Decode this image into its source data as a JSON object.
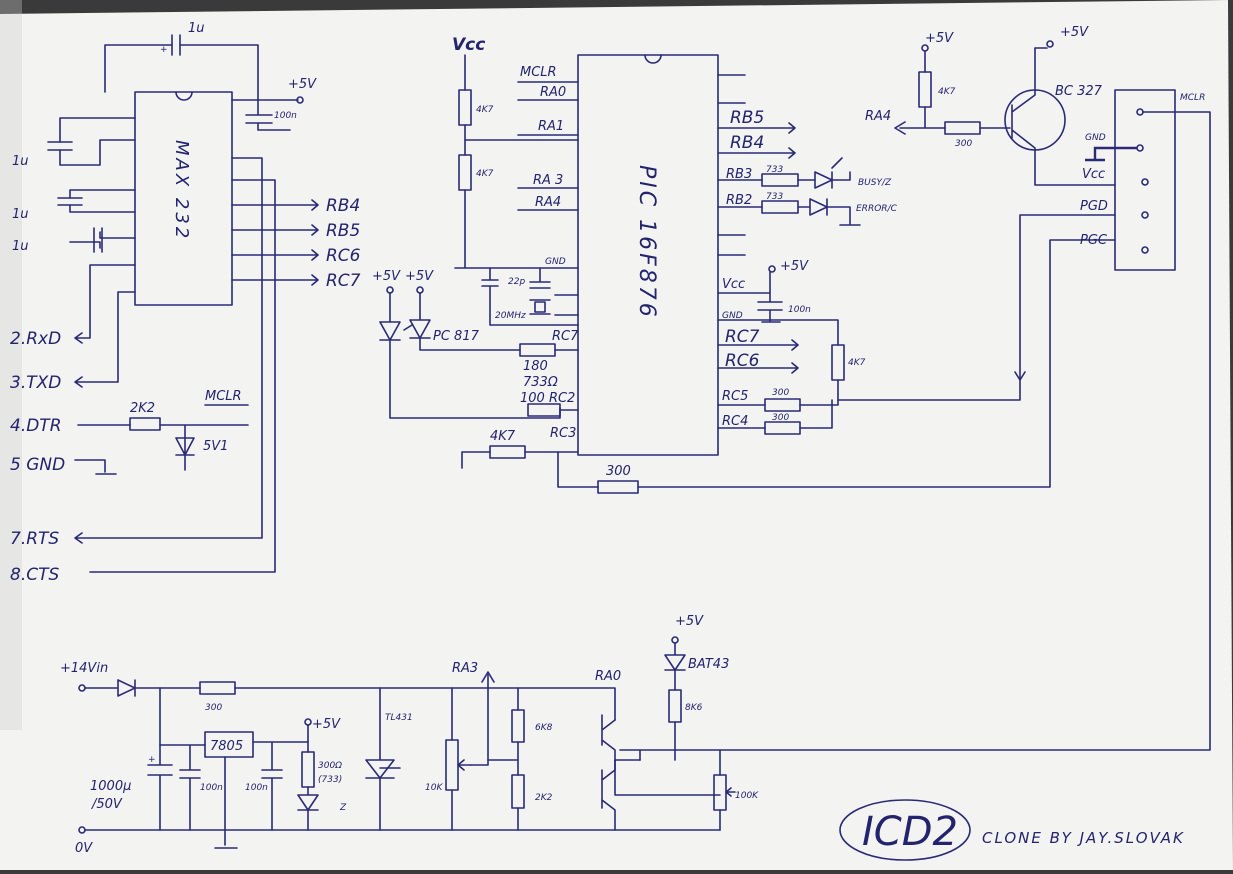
{
  "title": "ICD2",
  "credit": "CLONE BY JAY.SLOVAK",
  "chips": {
    "max232": "MAX 232",
    "pic": "PIC 16F876"
  },
  "serial": [
    "2.RxD",
    "3.TXD",
    "4.DTR",
    "5 GND",
    "7.RTS",
    "8.CTS"
  ],
  "max_outputs": [
    "RB4",
    "RB5",
    "RC6",
    "RC7"
  ],
  "max_parts": {
    "cap_top": "1u",
    "cap_left1": "1u",
    "cap_left2": "1u",
    "cap_left3": "1u",
    "vcc": "+5V",
    "cap_vcc": "100n",
    "r_dtr": "2K2",
    "zener": "5V1",
    "mclr_dtr": "MCLR"
  },
  "pic_left": {
    "vcc": "Vcc",
    "r1": "4K7",
    "r2": "4K7",
    "mclr": "MCLR",
    "ra0": "RA0",
    "ra1": "RA1",
    "ra3": "RA 3",
    "ra4": "RA4",
    "gnd": "GND",
    "cap": "22p",
    "xtal": "20MHz",
    "rc7": "RC7",
    "rc7_r": "180",
    "r733": "733Ω",
    "rc2": "100 RC2",
    "rc3_r": "4K7",
    "rc3": "RC3",
    "r300_bottom": "300"
  },
  "opto": {
    "v1": "+5V",
    "v2": "+5V",
    "name": "PC 817"
  },
  "pic_right": {
    "rb5": "RB5",
    "rb4": "RB4",
    "rb3": "RB3",
    "rb2": "RB2",
    "r_rb3": "733",
    "r_rb2": "733",
    "busy": "BUSY/Z",
    "error": "ERROR/C",
    "vcc": "Vcc",
    "v5": "+5V",
    "gnd": "GND",
    "cap": "100n",
    "rc7": "RC7",
    "rc6": "RC6",
    "rc5": "RC5",
    "rc4": "RC4",
    "r_rc5": "300",
    "r_rc4": "300",
    "r_pull": "4K7"
  },
  "top_right": {
    "v5a": "+5V",
    "r": "4K7",
    "ra4": "RA4",
    "rbase": "300",
    "v5b": "+5V",
    "transistor": "BC 327"
  },
  "connector": {
    "mclr": "MCLR",
    "gnd": "GND",
    "vcc": "Vcc",
    "pgd": "PGD",
    "pgc": "PGC"
  },
  "power": {
    "vin": "+14Vin",
    "r300": "300",
    "cap": "1000μ",
    "cap_v": "/50V",
    "c100a": "100n",
    "c100b": "100n",
    "reg": "7805",
    "v5": "+5V",
    "r_led": "300Ω",
    "r_led2": "(733)",
    "led": "Z",
    "tl": "TL431",
    "pot": "10K",
    "ra3": "RA3",
    "r6k8": "6K8",
    "r2k2": "2K2",
    "ra0": "RA0",
    "v5b": "+5V",
    "bat": "BAT43",
    "r8k6": "8K6",
    "r100k": "100K",
    "ov": "0V"
  }
}
